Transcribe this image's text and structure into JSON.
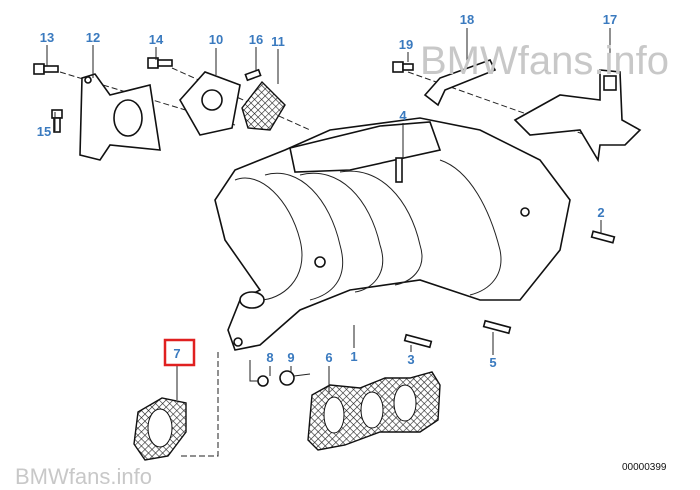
{
  "diagram": {
    "watermark": "BMWfans.info",
    "part_number": "00000399",
    "highlight_color": "#e02020",
    "label_color": "#3a7abf",
    "highlighted_label": "7",
    "labels": {
      "l1": "1",
      "l2": "2",
      "l3": "3",
      "l4": "4",
      "l5": "5",
      "l6": "6",
      "l7": "7",
      "l8": "8",
      "l9": "9",
      "l10": "10",
      "l11": "11",
      "l12": "12",
      "l13": "13",
      "l14": "14",
      "l15": "15",
      "l16": "16",
      "l17": "17",
      "l18": "18",
      "l19": "19"
    }
  }
}
